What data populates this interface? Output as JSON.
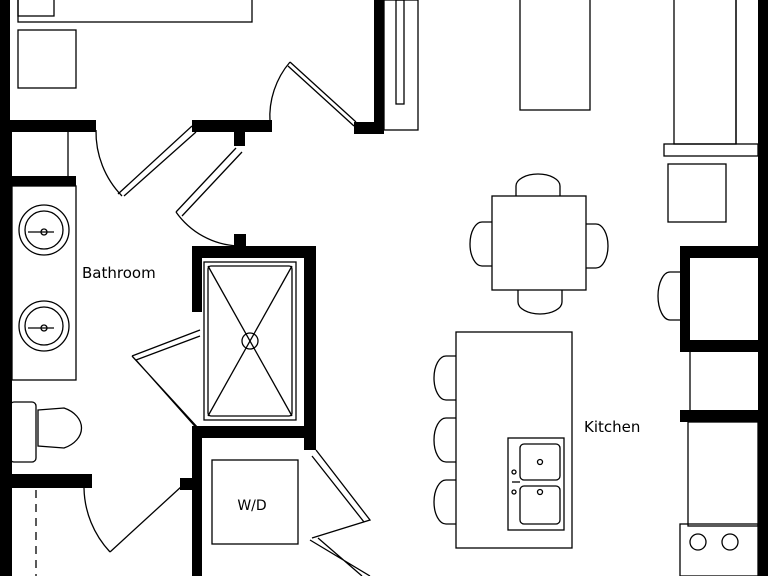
{
  "rooms": {
    "bathroom": "Bathroom",
    "kitchen": "Kitchen",
    "laundry": "W/D"
  }
}
